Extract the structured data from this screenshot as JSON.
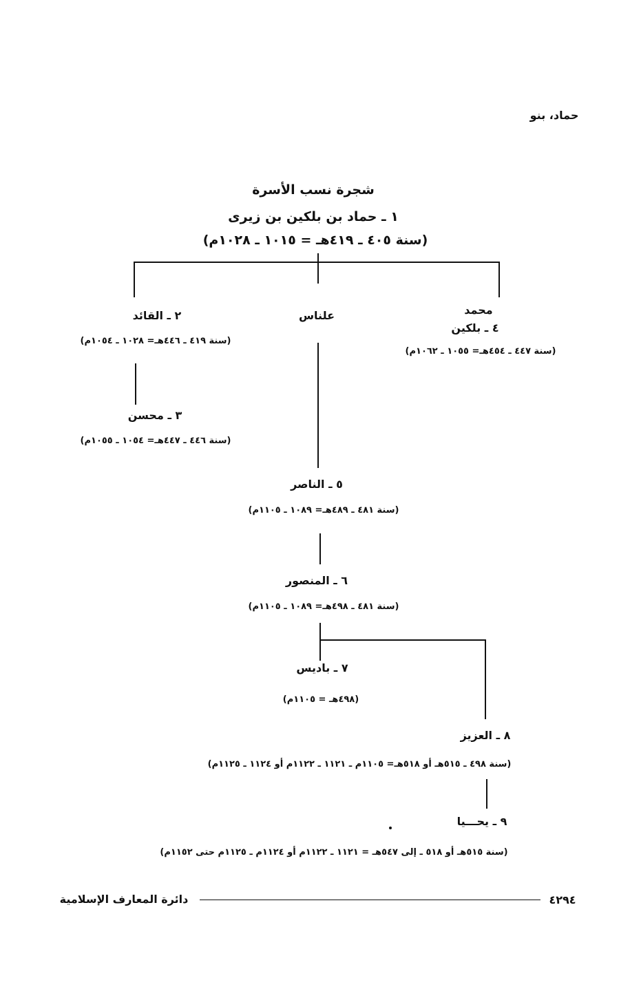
{
  "header": {
    "running_title": "حماد، بنو"
  },
  "tree": {
    "title": "شجرة نسب الأسرة",
    "root": {
      "name": "١ ـ حماد بن بلكين بن زيرى",
      "dates": "(سنة ٤٠٥ ـ ٤١٩هـ = ١٠١٥ ـ ١٠٢٨م)"
    },
    "qaid": {
      "name": "٢ ـ القائد",
      "dates": "(سنة ٤١٩ ـ ٤٤٦هـ= ١٠٢٨ ـ ١٠٥٤م)"
    },
    "alnas": {
      "name": "علناس"
    },
    "muhammad": {
      "name": "محمد"
    },
    "buluggin": {
      "name": "٤ ـ بلكين",
      "dates": "(سنة ٤٤٧ ـ ٤٥٤هـ= ١٠٥٥ ـ ١٠٦٢م)"
    },
    "muhsin": {
      "name": "٣ ـ محسن",
      "dates": "(سنة ٤٤٦ ـ ٤٤٧هـ= ١٠٥٤ ـ ١٠٥٥م)"
    },
    "nasir": {
      "name": "٥ ـ الناصر",
      "dates": "(سنة ٤٨١ ـ ٤٨٩هـ= ١٠٨٩ ـ ١١٠٥م)"
    },
    "mansur": {
      "name": "٦ ـ المنصور",
      "dates": "(سنة ٤٨١ ـ ٤٩٨هـ= ١٠٨٩ ـ ١١٠٥م)"
    },
    "badis": {
      "name": "٧ ـ باديس",
      "dates": "(٤٩٨هـ = ١١٠٥م)"
    },
    "aziz": {
      "name": "٨ ـ العزيز",
      "dates": "(سنة ٤٩٨ ـ ٥١٥هـ أو ٥١٨هـ= ١١٠٥م ـ ١١٢١ ـ ١١٢٢م أو ١١٢٤ ـ ١١٢٥م)"
    },
    "yahya": {
      "name": "٩ ـ يحـــيا",
      "dates": "(سنة ٥١٥هـ أو ٥١٨ ـ إلى ٥٤٧هـ = ١١٢١ ـ ١١٢٢م أو ١١٢٤م ـ ١١٢٥م حتى ١١٥٢م)"
    }
  },
  "footer": {
    "page_number": "٤٢٩٤",
    "publication": "دائرة المعارف الإسلامية"
  }
}
